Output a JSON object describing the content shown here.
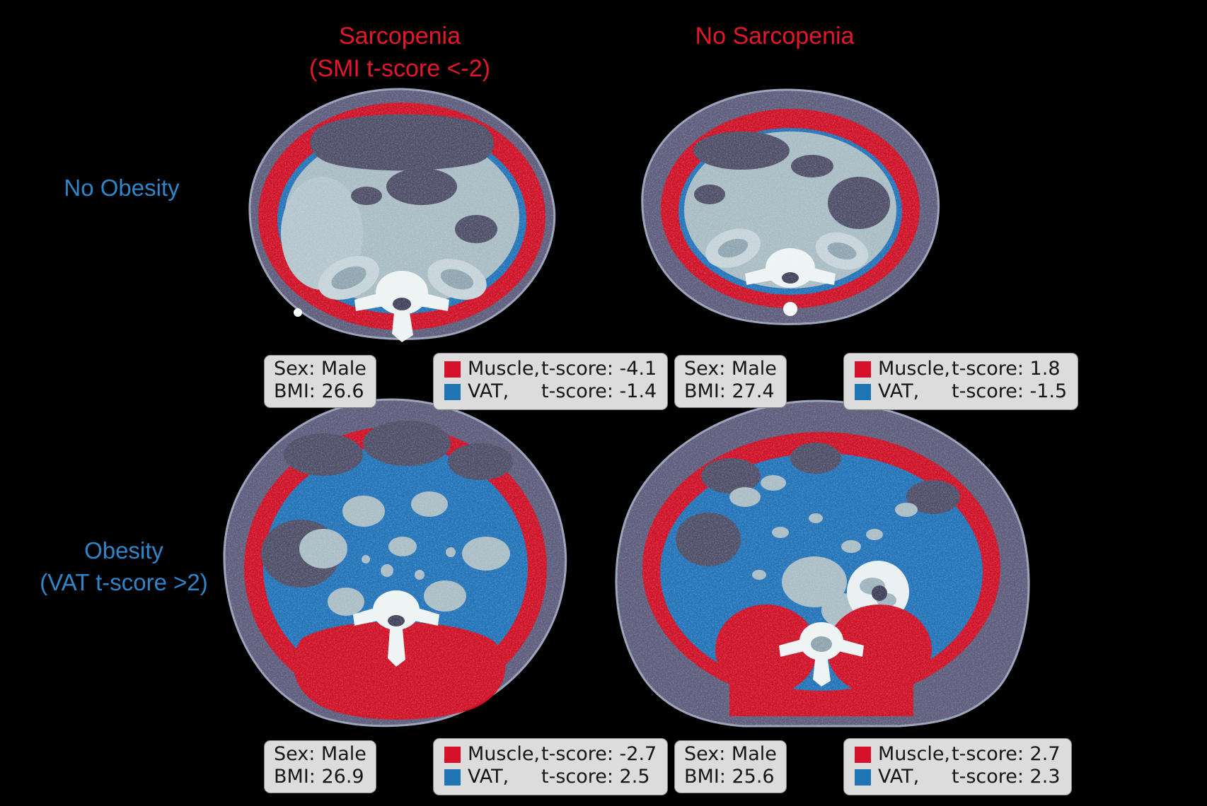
{
  "figure": {
    "columns": [
      {
        "line1": "Sarcopenia",
        "line2": "(SMI t-score <-2)"
      },
      {
        "line1": "No Sarcopenia",
        "line2": ""
      }
    ],
    "rows": [
      {
        "line1": "No Obesity",
        "line2": ""
      },
      {
        "line1": "Obesity",
        "line2": "(VAT t-score >2)"
      }
    ],
    "panels": [
      {
        "sex": "Sex: Male",
        "bmi": "BMI: 26.6",
        "muscle_label": "Muscle,",
        "muscle_tscore": "t-score: -4.1",
        "vat_label": "VAT,",
        "vat_tscore": "t-score: -1.4"
      },
      {
        "sex": "Sex: Male",
        "bmi": "BMI: 27.4",
        "muscle_label": "Muscle,",
        "muscle_tscore": "t-score: 1.8",
        "vat_label": "VAT,",
        "vat_tscore": "t-score: -1.5"
      },
      {
        "sex": "Sex: Male",
        "bmi": "BMI: 26.9",
        "muscle_label": "Muscle,",
        "muscle_tscore": "t-score: -2.7",
        "vat_label": "VAT,",
        "vat_tscore": "t-score: 2.5"
      },
      {
        "sex": "Sex: Male",
        "bmi": "BMI: 25.6",
        "muscle_label": "Muscle,",
        "muscle_tscore": "t-score: 2.7",
        "vat_label": "VAT,",
        "vat_tscore": "t-score: 2.3"
      }
    ],
    "colors": {
      "header_red": "#e4162b",
      "row_label_blue": "#2e86c8",
      "muscle_red": "#d6112b",
      "vat_blue": "#1f74b4",
      "subcutaneous_fat_gray": "#5d5d7c",
      "organ_gray": "#a9bcc4",
      "bowel_dark": "#4e4e68",
      "bone_white": "#eef4f4",
      "label_box_bg": "#dcdcdc",
      "background": "#000000"
    }
  }
}
